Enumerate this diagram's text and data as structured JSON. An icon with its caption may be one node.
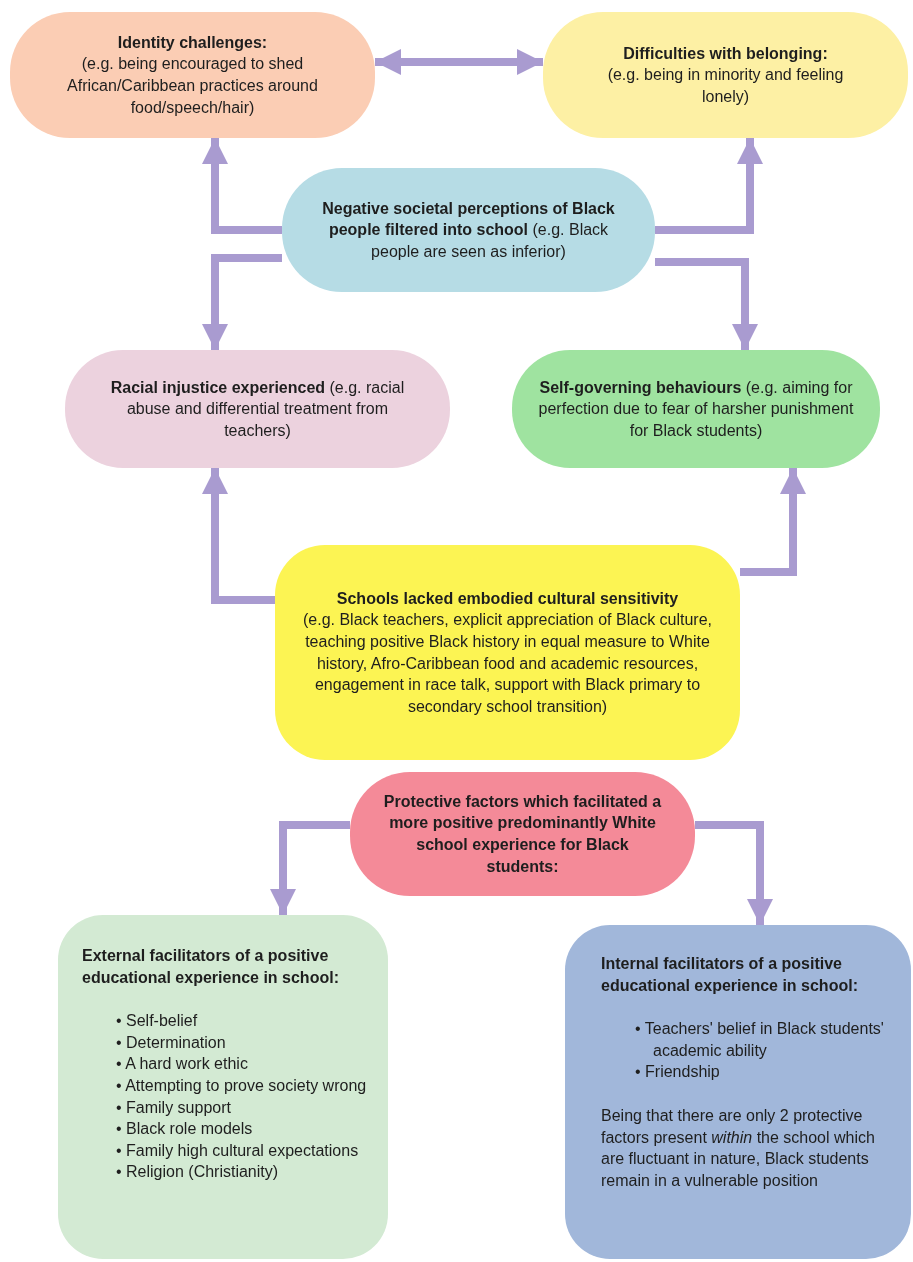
{
  "diagram": {
    "nodes": [
      {
        "text": [
          "Identity challenges:",
          "(e.g. being encouraged to shed African/Caribbean practices around food/speech/hair)"
        ]
      },
      {
        "text": [
          "Difficulties with belonging:",
          "(e.g. being in minority and feeling lonely)"
        ]
      },
      {
        "text": [
          "**Negative societal perceptions of Black people filtered into school** (e.g. Black people are seen as inferior)"
        ]
      },
      {
        "text": [
          "**Racial injustice experienced** (e.g. racial abuse and differential treatment from teachers)"
        ]
      },
      {
        "text": [
          "**Self-governing behaviours** (e.g. aiming for perfection due to fear of harsher punishment for Black students)"
        ]
      },
      {
        "text": [
          "Schools lacked embodied cultural sensitivity",
          "(e.g. Black teachers, explicit appreciation of Black culture, teaching positive Black history in equal measure to White history, Afro-Caribbean food and academic resources, engagement in race talk, support with Black primary to secondary school transition)"
        ]
      },
      {
        "text": [
          "Protective factors which facilitated a more positive predominantly White school experience for Black students:"
        ]
      },
      {
        "text": [
          "External facilitators of a positive educational experience in school:",
          "• Self-belief",
          "• Determination",
          "• A hard work ethic",
          "• Attempting to prove society wrong",
          "• Family support",
          "• Black role models",
          "• Family high cultural expectations",
          "• Religion (Christianity)"
        ]
      },
      {
        "text": [
          "Internal facilitators of a positive educational experience in school:",
          "• Teachers' belief in Black students' academic ability",
          "• Friendship",
          "Being that there are only 2 protective factors present *within* the school which are fluctuant in nature, Black students remain in a vulnerable position"
        ]
      }
    ],
    "edges": [
      {
        "from": 0,
        "to": 1,
        "arrow": "both"
      },
      {
        "from": 2,
        "to": 0,
        "arrow": "to"
      },
      {
        "from": 2,
        "to": 1,
        "arrow": "to"
      },
      {
        "from": 2,
        "to": 3,
        "arrow": "to"
      },
      {
        "from": 2,
        "to": 4,
        "arrow": "to"
      },
      {
        "from": 5,
        "to": 3,
        "arrow": "to"
      },
      {
        "from": 5,
        "to": 4,
        "arrow": "to"
      },
      {
        "from": 6,
        "to": 7,
        "arrow": "to"
      },
      {
        "from": 6,
        "to": 8,
        "arrow": "to"
      }
    ]
  }
}
